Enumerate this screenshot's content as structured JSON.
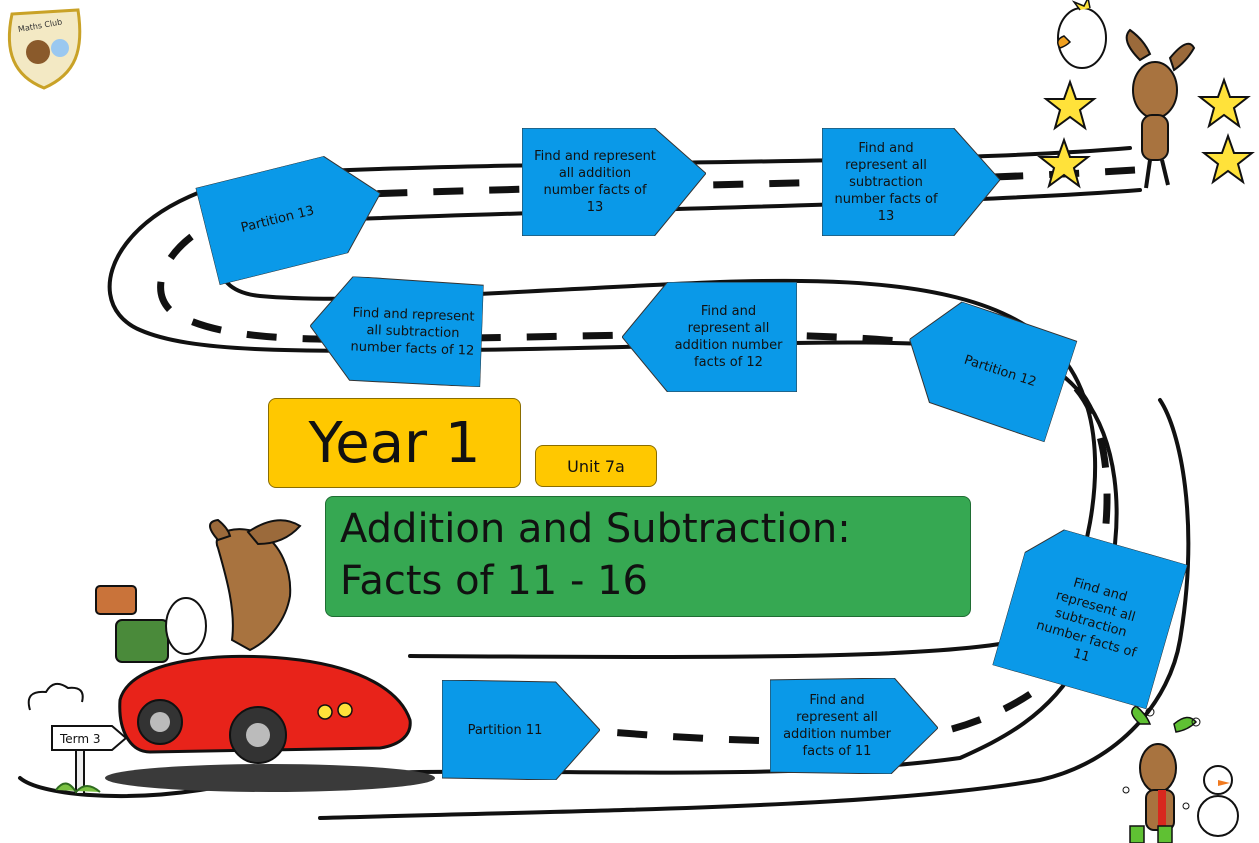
{
  "badge": {
    "text": "Maths Club"
  },
  "year": "Year 1",
  "unit": "Unit 7a",
  "title": {
    "line1": "Addition and Subtraction:",
    "line2": "Facts of 11 - 16"
  },
  "term_sign": "Term 3",
  "road_signs": [
    {
      "text": "Partition 11"
    },
    {
      "text": "Find and represent all addition number facts of 11"
    },
    {
      "text": "Find and represent all subtraction number facts of 11"
    },
    {
      "text": "Partition 12"
    },
    {
      "text": "Find and represent all addition number facts of 12"
    },
    {
      "text": "Find and represent all subtraction number facts of 12"
    },
    {
      "text": "Partition 13"
    },
    {
      "text": "Find and represent all addition number facts of 13"
    },
    {
      "text": "Find and represent all subtraction number facts of 13"
    }
  ],
  "colors": {
    "sign_blue": "#0a99e8",
    "year_yellow": "#ffc800",
    "title_green": "#36a852",
    "car_red": "#e8231a",
    "star_yellow": "#ffe23a"
  }
}
